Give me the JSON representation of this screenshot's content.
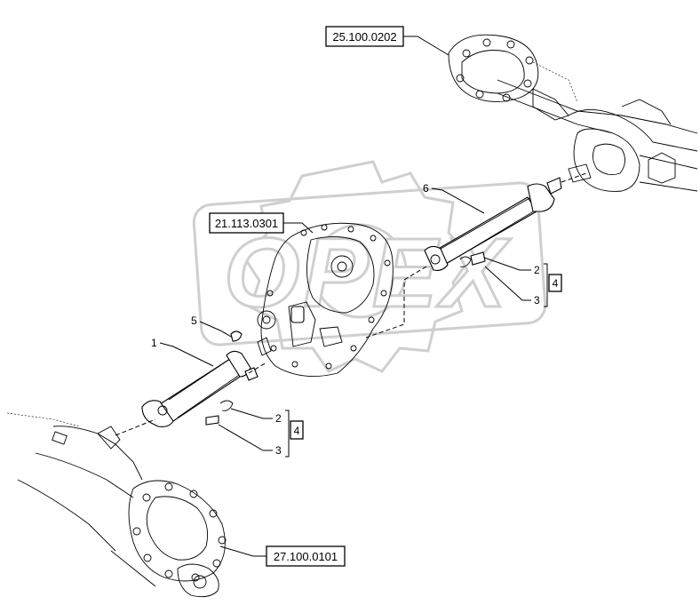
{
  "watermark": {
    "text": "OPEX"
  },
  "references": {
    "ref_front_axle": "25.100.0202",
    "ref_gearbox": "21.113.0301",
    "ref_rear_axle": "27.100.0101"
  },
  "callouts": {
    "item_1": "1",
    "item_2_upper": "2",
    "item_3_upper": "3",
    "item_4_upper": "4",
    "item_5": "5",
    "item_6": "6",
    "item_2_lower": "2",
    "item_3_lower": "3",
    "item_4_lower": "4"
  }
}
